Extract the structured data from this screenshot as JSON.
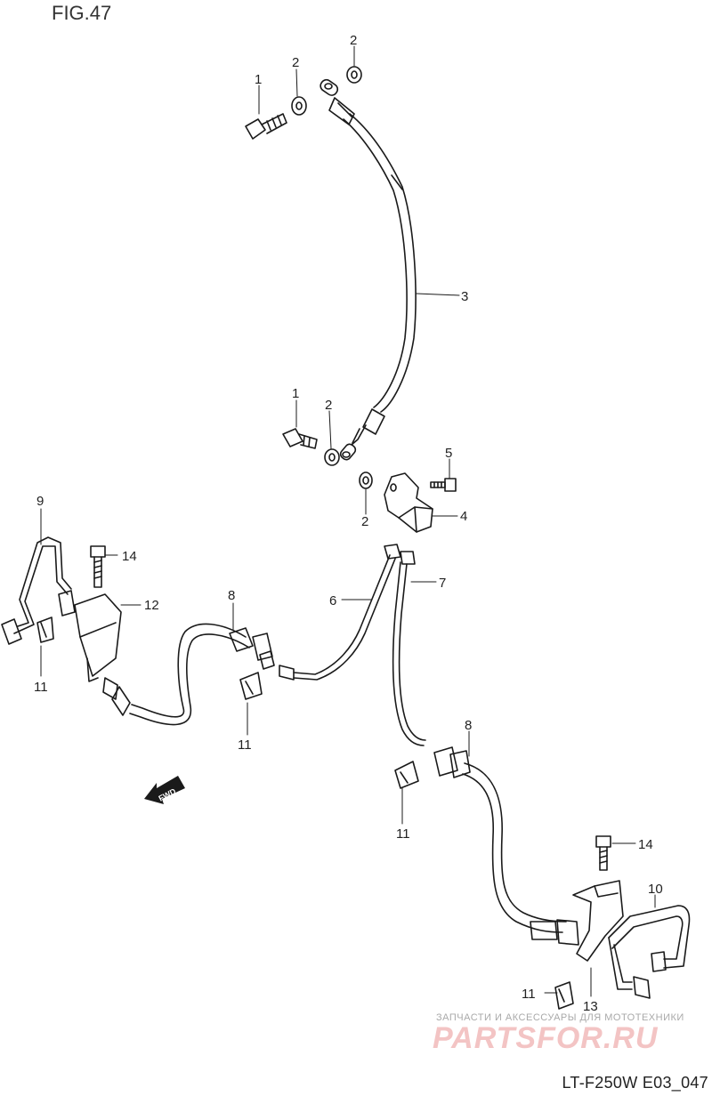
{
  "figure": {
    "title": "FIG.47",
    "code": "LT-F250W E03_047"
  },
  "watermark": {
    "tagline": "ЗАПЧАСТИ И АКСЕССУАРЫ ДЛЯ МОТОТЕХНИКИ",
    "logo": "PARTSFOR.RU"
  },
  "direction_badge": "FWD",
  "callouts": [
    "1",
    "2",
    "2",
    "3",
    "1",
    "2",
    "2",
    "5",
    "4",
    "9",
    "14",
    "12",
    "6",
    "7",
    "8",
    "11",
    "11",
    "8",
    "11",
    "14",
    "10",
    "11",
    "13"
  ],
  "colors": {
    "line": "#1a1a1a",
    "watermark_red": "#f3c4c4"
  }
}
